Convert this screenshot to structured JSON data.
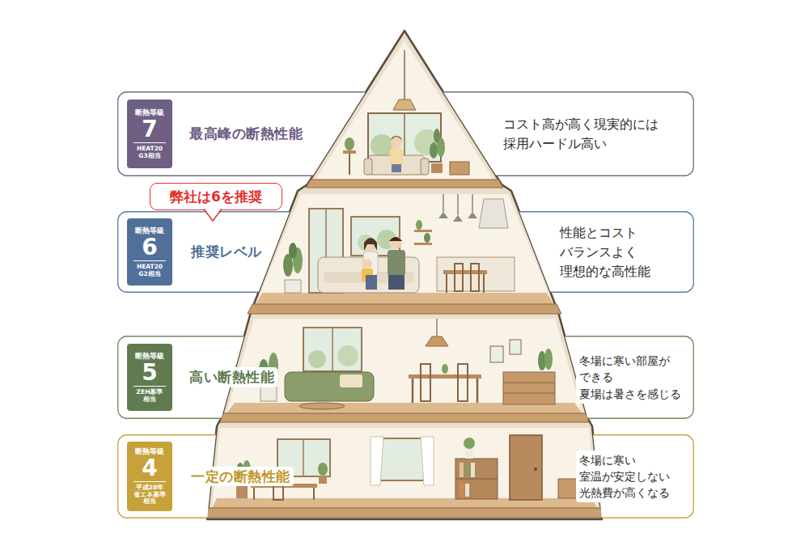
{
  "diagram": {
    "nodes": [
      {
        "text": [
          "最高峰の断熱性能",
          "コスト高が高く現実的には 採用ハードル高い"
        ]
      },
      {
        "text": [
          "断熱等級",
          "7",
          "HEAT20 G3相当"
        ],
        "in": 0
      },
      {
        "text": [
          "弊社は6を推奨"
        ]
      },
      {
        "text": [
          "推奨レベル",
          "性能とコスト バランスよく 理想的な高性能"
        ]
      },
      {
        "text": [
          "断熱等級",
          "6",
          "HEAT20 G2相当"
        ],
        "in": 3
      },
      {
        "text": [
          "高い断熱性能",
          "冬場に寒い部屋が できる 夏場は暑さを感じる"
        ]
      },
      {
        "text": [
          "断熱等級",
          "5",
          "ZEH基準 相当"
        ],
        "in": 5
      },
      {
        "text": [
          "一定の断熱性能",
          "冬場に寒い 室温が安定しない 光熱費が高くなる"
        ]
      },
      {
        "text": [
          "断熱等級",
          "4",
          "平成28年 省エネ基準 相当"
        ],
        "in": 7
      }
    ]
  }
}
